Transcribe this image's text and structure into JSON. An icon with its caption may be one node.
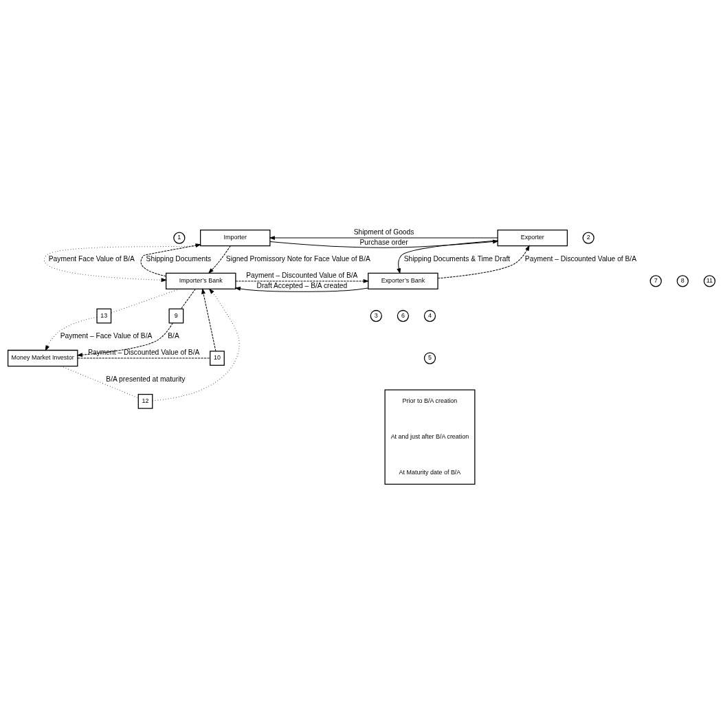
{
  "diagram": {
    "nodes": [
      {
        "text": [
          "1"
        ]
      },
      {
        "text": [
          "Importer"
        ]
      },
      {
        "text": [
          "Exporter"
        ]
      },
      {
        "text": [
          "2"
        ]
      },
      {
        "text": [
          "7"
        ]
      },
      {
        "text": [
          "8"
        ]
      },
      {
        "text": [
          "11"
        ]
      },
      {
        "text": [
          "4"
        ]
      },
      {
        "text": [
          "3"
        ]
      },
      {
        "text": [
          "6"
        ]
      },
      {
        "text": [
          "Importer’s Bank"
        ]
      },
      {
        "text": [
          "Exporter’s Bank"
        ]
      },
      {
        "text": [
          "5"
        ]
      },
      {
        "text": [
          "13"
        ]
      },
      {
        "text": [
          "12"
        ]
      },
      {
        "text": [
          "10"
        ]
      },
      {
        "text": [
          "Money Market Investor"
        ]
      },
      {
        "text": [
          "9"
        ]
      },
      {
        "text": [],
        "shape": "box"
      }
    ],
    "edges": [
      {
        "from": 1,
        "to": 2,
        "arrow": "to",
        "label": "Purchase order"
      },
      {
        "from": 2,
        "to": 1,
        "arrow": "to",
        "label": "Shipment of Goods"
      },
      {
        "from": 2,
        "to": 11,
        "arrow": "to",
        "label": "Shipping Documents & Time Draft"
      },
      {
        "from": 11,
        "to": 10,
        "arrow": "to",
        "label": "Draft Accepted – B/A created"
      },
      {
        "from": 10,
        "to": 11,
        "arrow": "to",
        "label": "Payment – Discounted Value of B/A",
        "style": "dashed"
      },
      {
        "from": 11,
        "to": 2,
        "arrow": "to",
        "label": "Payment – Discounted Value of B/A",
        "style": "dashed"
      },
      {
        "from": 1,
        "to": 10,
        "arrow": "to",
        "label": "Signed Promissory Note for Face Value of B/A",
        "style": "dashed"
      },
      {
        "from": 10,
        "to": 1,
        "arrow": "to",
        "label": "Shipping Documents",
        "style": "dashed"
      },
      {
        "from": 1,
        "to": 10,
        "arrow": "to",
        "label": "Payment Face Value of B/A",
        "style": "dashed"
      },
      {
        "from": 10,
        "to": 17,
        "arrow": "none",
        "style": "dashed"
      },
      {
        "from": 17,
        "to": 16,
        "arrow": "to",
        "label": "B/A",
        "style": "dashed"
      },
      {
        "from": 16,
        "to": 15,
        "arrow": "none",
        "label": "Payment – Discounted Value of B/A",
        "style": "dashed"
      },
      {
        "from": 15,
        "to": 10,
        "arrow": "to",
        "style": "dashed"
      },
      {
        "from": 16,
        "to": 14,
        "arrow": "none",
        "label": "B/A presented at maturity",
        "style": "dashed"
      },
      {
        "from": 14,
        "to": 10,
        "arrow": "to",
        "style": "dashed"
      },
      {
        "from": 10,
        "to": 13,
        "arrow": "none",
        "style": "dashed"
      },
      {
        "from": 13,
        "to": 16,
        "arrow": "to",
        "label": "Payment – Face Value of B/A",
        "style": "dashed"
      }
    ],
    "legend": [
      {
        "text": "Prior to B/A creation"
      },
      {
        "text": "At and just after B/A creation"
      },
      {
        "text": "At Maturity date of B/A"
      }
    ]
  }
}
